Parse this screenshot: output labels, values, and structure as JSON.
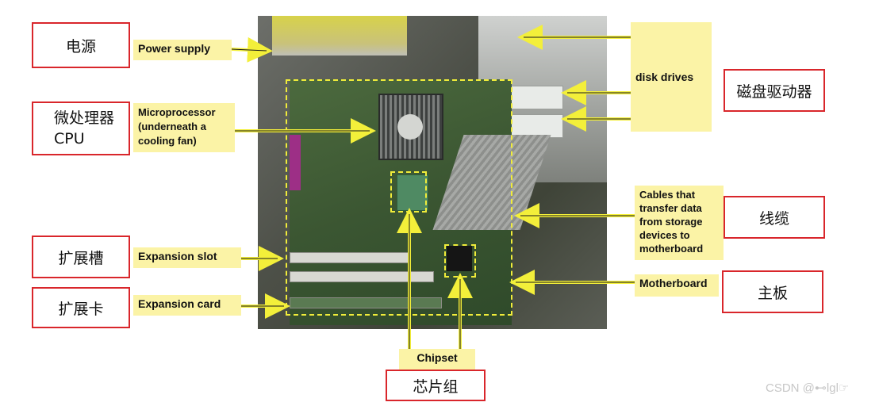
{
  "labels": {
    "power_supply_en": "Power supply",
    "power_supply_cn": "电源",
    "microprocessor_en": "Microprocessor (underneath a cooling fan)",
    "microprocessor_cn_1": "微处理器",
    "microprocessor_cn_2": "CPU",
    "expansion_slot_en": "Expansion slot",
    "expansion_slot_cn": "扩展槽",
    "expansion_card_en": "Expansion card",
    "expansion_card_cn": "扩展卡",
    "disk_drives_en": "disk drives",
    "disk_drives_cn": "磁盘驱动器",
    "cables_en": "Cables that transfer data from storage devices to motherboard",
    "cables_cn": "线缆",
    "motherboard_en": "Motherboard",
    "motherboard_cn": "主板",
    "chipset_en": "Chipset",
    "chipset_cn": "芯片组"
  },
  "watermark": "CSDN @⊷lgl☞",
  "colors": {
    "label_bg": "#fbf3a6",
    "box_border": "#d9262b",
    "dash": "#f0ec3a"
  }
}
